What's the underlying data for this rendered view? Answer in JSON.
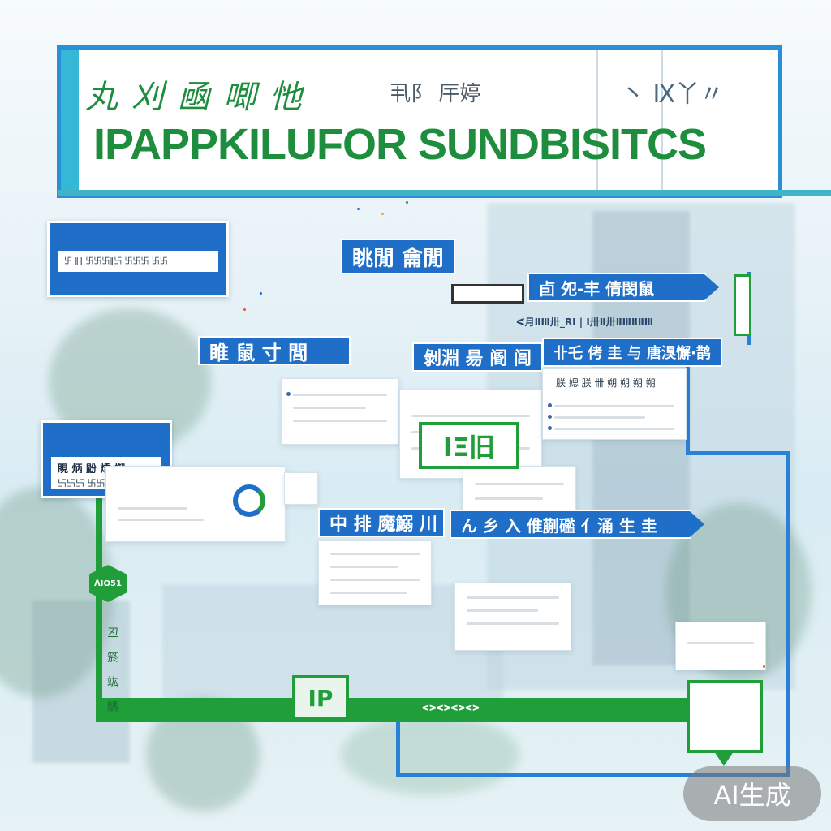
{
  "banner": {
    "subtitle_left": "丸 刈 凾 唧 忚",
    "subtitle_mid": "丮阝 厈婷",
    "subtitle_right": "丶 Ⅸ丫〃",
    "title": "IPAPPKILUFOR SUNDBISITCS"
  },
  "tags": {
    "top_center": "眺閒 龠閒",
    "right_arrow": "卣 夗-丰 倩閔鼠",
    "right_caption": "ᐸ月ⅡⅢ卅_RⅠ | Ⅰ卅Ⅱ卅ⅡⅢⅡⅡⅢ",
    "mid_left": "睢 鼠 寸 閭",
    "mid_center": "剝淵 昜 阍 闾",
    "mid_right": "卝乇 侤 圭 与 唐湨懈·鹊",
    "lower_left": "中 排 魔鰯 川",
    "lower_arrow": "ん 乡 入 倠蒯礛  亻涌 生 圭"
  },
  "cards": {
    "top_left_text": "卐 ∥∥ 卐卐卐∥卐 卐卐卐 卐卐",
    "left_blue_line1": "睍 炳 鼢 燆 懈",
    "left_blue_line2": "卐卐卐 卐卐卐卐卐",
    "right_card_title": "朕 媤 朕 卌 朔 朔 朔 朔"
  },
  "badges": {
    "center_green": "IΞ旧",
    "bottom_green": "IP",
    "pin_label": "ᐱIO51",
    "timeline_caption": "ᐸᐳᐸᐳᐸᐳᐸᐳ"
  },
  "side": {
    "vertical_text": "丒 箊 竑 鷌"
  },
  "watermark": "AI生成",
  "colors": {
    "primary_green": "#1f9e3a",
    "primary_blue": "#1f6fc9",
    "accent_cyan": "#3fb4c9"
  }
}
